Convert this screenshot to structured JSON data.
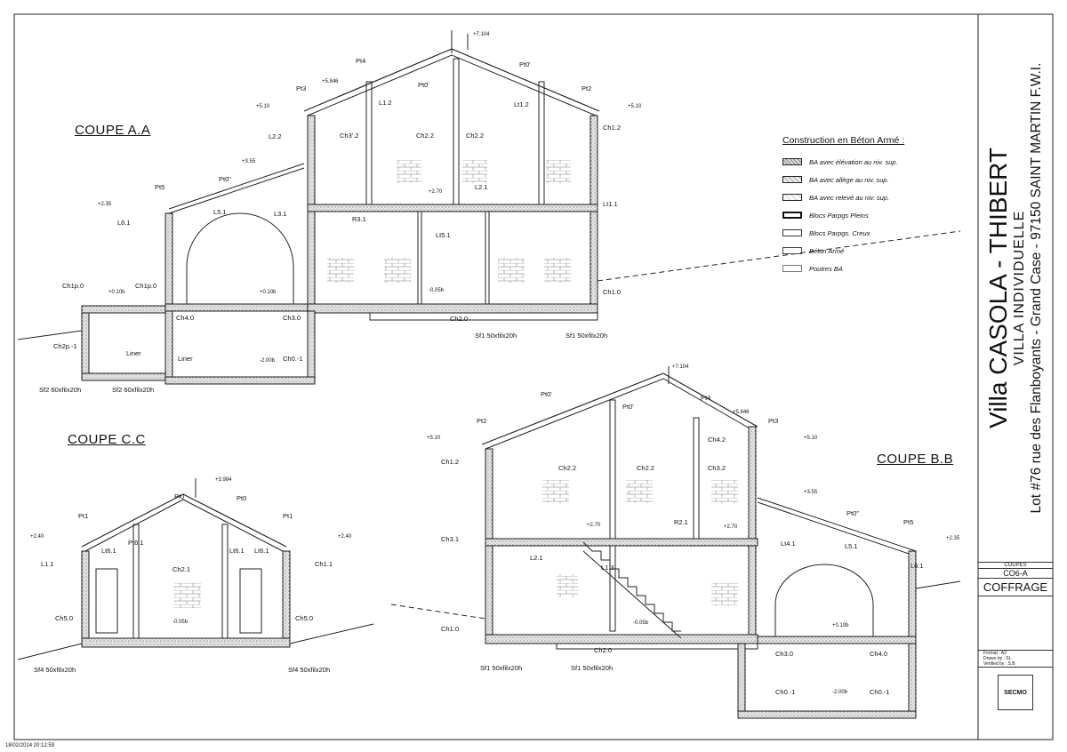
{
  "sections": {
    "aa": "COUPE A.A",
    "cc": "COUPE C.C",
    "bb": "COUPE B.B"
  },
  "legend": {
    "title": "Construction en Béton Armé :",
    "items": [
      {
        "label": "BA avec élévation au niv. sup.",
        "pattern": "dense"
      },
      {
        "label": "BA avec allège au niv. sup.",
        "pattern": "med"
      },
      {
        "label": "BA avec relevé au niv. sup.",
        "pattern": "light"
      },
      {
        "label": "Blocs Parpgs Pleins",
        "pattern": "plein"
      },
      {
        "label": "Blocs Parpgs. Creux",
        "pattern": "creux"
      },
      {
        "label": "Béton Armé",
        "pattern": "beton"
      },
      {
        "label": "Poutres BA",
        "pattern": "poutre"
      }
    ]
  },
  "title_block": {
    "villa": "Villa CASOLA - THIBERT",
    "subtitle": "VILLA INDIVIDUELLE",
    "address": "Lot #76 rue des Flanboyants - Grand Case - 97150 SAINT MARTIN F.W.I.",
    "sheet_type": "COUPES",
    "sheet_code": "CO6-A",
    "phase": "COFFRAGE",
    "format_label": "Format :",
    "format_value": "A2",
    "drawn_label": "Drawn by :",
    "drawn_value": "SL",
    "verified_label": "Verified by :",
    "verified_value": "S.B",
    "logo": "SECMO"
  },
  "timestamp": "18/02/2014 20:12:59",
  "labels_aa": {
    "pt4": "Pt4",
    "pt0p": "Pt0'",
    "pt3": "Pt3",
    "pt2": "Pt2",
    "pt0": "Pt0'",
    "pt0pp": "Pt0\"",
    "pt5": "Pt5",
    "l12": "L1.2",
    "lt12": "Lt1.2",
    "ch32": "Ch3'.2",
    "ch22a": "Ch2.2",
    "ch22b": "Ch2.2",
    "ch12": "Ch1.2",
    "l22": "L2.2",
    "l21": "L2.1",
    "lt11": "Lt1.1",
    "l51": "L5.1",
    "l31": "L3.1",
    "r31": "R3.1",
    "lt51": "Lt5.1",
    "l61": "L6.1",
    "ch1p0a": "Ch1p.0",
    "ch1p0b": "Ch1p.0",
    "ch2p": "Ch2p.-1",
    "ch40": "Ch4.0",
    "ch30": "Ch3.0",
    "ch0m1": "Ch0.-1",
    "ch20": "Ch2.0",
    "ch10": "Ch1.0",
    "liner1": "Liner",
    "liner2": "Liner",
    "sf1a": "Sf1 50xfilx20h",
    "sf1b": "Sf1 50xfilx20h",
    "sf2a": "Sf2 60xfilx20h",
    "sf2b": "Sf2 60xfilx20h",
    "lv7104": "+7.104",
    "lv5846": "+5.846",
    "lv510a": "+5.10",
    "lv510b": "+5.10",
    "lv355": "+3.55",
    "lv235": "+2.35",
    "lv270": "+2.70",
    "lv010a": "+0.10b",
    "lv010b": "+0.10b",
    "lv005": "-0.05b",
    "lv200": "-2.00b"
  },
  "labels_cc": {
    "pt0a": "Pt0",
    "pt0b": "Pt0",
    "pt1a": "Pt1",
    "pt1b": "Pt1",
    "l11": "L1.1",
    "lt61a": "Lt6.1",
    "pt61": "Pt6.1",
    "lt61b": "Lt6.1",
    "lt61c": "Lt6.1",
    "ch21": "Ch2.1",
    "ch11": "Ch1.1",
    "ch50a": "Ch5.0",
    "ch50b": "Ch5.0",
    "sf4a": "Sf4 50xfilx20h",
    "sf4b": "Sf4 50xfilx20h",
    "lv3984": "+3.984",
    "lv240a": "+2.40",
    "lv240b": "+2.40",
    "lv005": "-0.05b"
  },
  "labels_bb": {
    "pt0p": "Pt0'",
    "pt0": "Pt0'",
    "pt4": "Pt4",
    "pt2": "Pt2",
    "pt3": "Pt3",
    "pt0pp": "Pt0\"",
    "pt5": "Pt5",
    "ch12": "Ch1.2",
    "ch22a": "Ch2.2",
    "ch22b": "Ch2.2",
    "ch42": "Ch4.2",
    "ch32": "Ch3.2",
    "ch31": "Ch3.1",
    "r21": "R2.1",
    "lt41": "Lt4.1",
    "l51": "L5.1",
    "l21": "L2.1",
    "l13": "L1.3",
    "l61": "L6.1",
    "ch10": "Ch1.0",
    "ch20": "Ch2.0",
    "ch30": "Ch3.0",
    "ch40": "Ch4.0",
    "ch0m1a": "Ch0.-1",
    "ch0m1b": "Ch0.-1",
    "sf1a": "Sf1 50xfilx20h",
    "sf1b": "Sf1 50xfilx20h",
    "lv7104": "+7.104",
    "lv5846": "+5.846",
    "lv510a": "+5.10",
    "lv510b": "+5.10",
    "lv355": "+3.55",
    "lv235": "+2.35",
    "lv270a": "+2.70",
    "lv270b": "+2.70",
    "lv010": "+0.10b",
    "lv005": "-0.05b",
    "lv200": "-2.00b"
  }
}
